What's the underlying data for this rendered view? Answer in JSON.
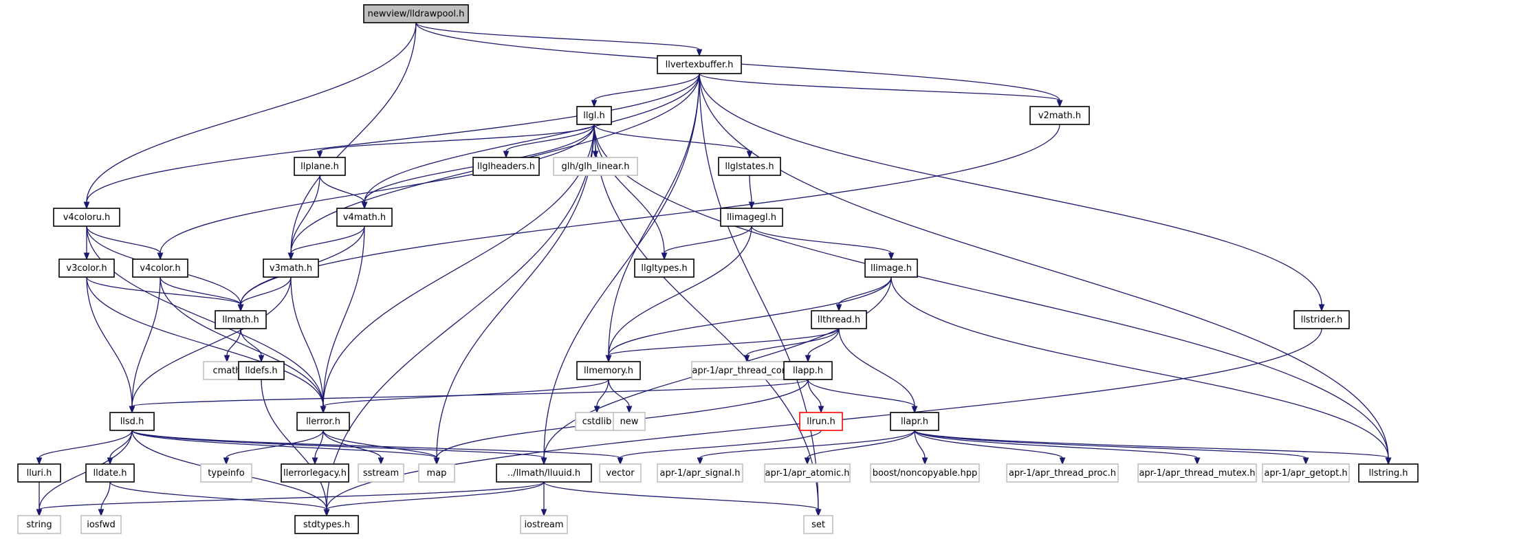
{
  "nodes": [
    {
      "id": "lldrawpool",
      "label": "newview/lldrawpool.h",
      "style": "root"
    },
    {
      "id": "llvertexbuffer",
      "label": "llvertexbuffer.h",
      "style": "normal"
    },
    {
      "id": "llgl",
      "label": "llgl.h",
      "style": "normal"
    },
    {
      "id": "v2math",
      "label": "v2math.h",
      "style": "normal"
    },
    {
      "id": "llplane",
      "label": "llplane.h",
      "style": "normal"
    },
    {
      "id": "llglheaders",
      "label": "llglheaders.h",
      "style": "normal"
    },
    {
      "id": "glh_linear",
      "label": "glh/glh_linear.h",
      "style": "ext"
    },
    {
      "id": "llglstates",
      "label": "llglstates.h",
      "style": "normal"
    },
    {
      "id": "v4coloru",
      "label": "v4coloru.h",
      "style": "normal"
    },
    {
      "id": "v4math",
      "label": "v4math.h",
      "style": "normal"
    },
    {
      "id": "llimagegl",
      "label": "llimagegl.h",
      "style": "normal"
    },
    {
      "id": "v3color",
      "label": "v3color.h",
      "style": "normal"
    },
    {
      "id": "v4color",
      "label": "v4color.h",
      "style": "normal"
    },
    {
      "id": "v3math",
      "label": "v3math.h",
      "style": "normal"
    },
    {
      "id": "llgltypes",
      "label": "llgltypes.h",
      "style": "normal"
    },
    {
      "id": "llimage",
      "label": "llimage.h",
      "style": "normal"
    },
    {
      "id": "llmath",
      "label": "llmath.h",
      "style": "normal"
    },
    {
      "id": "llthread",
      "label": "llthread.h",
      "style": "normal"
    },
    {
      "id": "llstrider",
      "label": "llstrider.h",
      "style": "normal"
    },
    {
      "id": "cmath",
      "label": "cmath",
      "style": "ext"
    },
    {
      "id": "lldefs",
      "label": "lldefs.h",
      "style": "normal"
    },
    {
      "id": "llmemory",
      "label": "llmemory.h",
      "style": "normal"
    },
    {
      "id": "apr_thread_cond",
      "label": "apr-1/apr_thread_cond.h",
      "style": "ext"
    },
    {
      "id": "llapp",
      "label": "llapp.h",
      "style": "normal"
    },
    {
      "id": "llsd",
      "label": "llsd.h",
      "style": "normal"
    },
    {
      "id": "llerror",
      "label": "llerror.h",
      "style": "normal"
    },
    {
      "id": "cstdlib",
      "label": "cstdlib",
      "style": "ext"
    },
    {
      "id": "new",
      "label": "new",
      "style": "ext"
    },
    {
      "id": "llrun",
      "label": "llrun.h",
      "style": "red"
    },
    {
      "id": "llapr",
      "label": "llapr.h",
      "style": "normal"
    },
    {
      "id": "lluri",
      "label": "lluri.h",
      "style": "normal"
    },
    {
      "id": "lldate",
      "label": "lldate.h",
      "style": "normal"
    },
    {
      "id": "typeinfo",
      "label": "typeinfo",
      "style": "ext"
    },
    {
      "id": "llerrorlegacy",
      "label": "llerrorlegacy.h",
      "style": "normal"
    },
    {
      "id": "sstream",
      "label": "sstream",
      "style": "ext"
    },
    {
      "id": "map",
      "label": "map",
      "style": "ext"
    },
    {
      "id": "lluuid",
      "label": "../llmath/lluuid.h",
      "style": "normal"
    },
    {
      "id": "vector",
      "label": "vector",
      "style": "ext"
    },
    {
      "id": "apr_signal",
      "label": "apr-1/apr_signal.h",
      "style": "ext"
    },
    {
      "id": "apr_atomic",
      "label": "apr-1/apr_atomic.h",
      "style": "ext"
    },
    {
      "id": "noncopyable",
      "label": "boost/noncopyable.hpp",
      "style": "ext"
    },
    {
      "id": "apr_thread_proc",
      "label": "apr-1/apr_thread_proc.h",
      "style": "ext"
    },
    {
      "id": "apr_thread_mutex",
      "label": "apr-1/apr_thread_mutex.h",
      "style": "ext"
    },
    {
      "id": "apr_getopt",
      "label": "apr-1/apr_getopt.h",
      "style": "ext"
    },
    {
      "id": "llstring",
      "label": "llstring.h",
      "style": "normal"
    },
    {
      "id": "string",
      "label": "string",
      "style": "ext"
    },
    {
      "id": "iosfwd",
      "label": "iosfwd",
      "style": "ext"
    },
    {
      "id": "stdtypes",
      "label": "stdtypes.h",
      "style": "normal"
    },
    {
      "id": "iostream",
      "label": "iostream",
      "style": "ext"
    },
    {
      "id": "set",
      "label": "set",
      "style": "ext"
    }
  ],
  "edges": [
    [
      "lldrawpool",
      "llvertexbuffer"
    ],
    [
      "lldrawpool",
      "v2math"
    ],
    [
      "lldrawpool",
      "v4coloru"
    ],
    [
      "lldrawpool",
      "v3math"
    ],
    [
      "llvertexbuffer",
      "llgl"
    ],
    [
      "llvertexbuffer",
      "v2math"
    ],
    [
      "llvertexbuffer",
      "v4coloru"
    ],
    [
      "llvertexbuffer",
      "v4math"
    ],
    [
      "llvertexbuffer",
      "v3math"
    ],
    [
      "llvertexbuffer",
      "llmemory"
    ],
    [
      "llvertexbuffer",
      "lluuid"
    ],
    [
      "llvertexbuffer",
      "llstrider"
    ],
    [
      "llvertexbuffer",
      "llstring"
    ],
    [
      "llvertexbuffer",
      "set"
    ],
    [
      "llgl",
      "llplane"
    ],
    [
      "llgl",
      "llglheaders"
    ],
    [
      "llgl",
      "glh_linear"
    ],
    [
      "llgl",
      "llglstates"
    ],
    [
      "llgl",
      "v4math"
    ],
    [
      "llgl",
      "v4color"
    ],
    [
      "llgl",
      "llgltypes"
    ],
    [
      "llgl",
      "llerror"
    ],
    [
      "llgl",
      "map"
    ],
    [
      "llgl",
      "stdtypes"
    ],
    [
      "llgl",
      "llstring"
    ],
    [
      "llgl",
      "set"
    ],
    [
      "v2math",
      "llmath"
    ],
    [
      "llplane",
      "v3math"
    ],
    [
      "llplane",
      "v4math"
    ],
    [
      "llglstates",
      "llimagegl"
    ],
    [
      "v4coloru",
      "v3color"
    ],
    [
      "v4coloru",
      "v4color"
    ],
    [
      "v4coloru",
      "llmath"
    ],
    [
      "v4coloru",
      "llerror"
    ],
    [
      "v4math",
      "v3math"
    ],
    [
      "v4math",
      "llmath"
    ],
    [
      "v4math",
      "llerror"
    ],
    [
      "llimagegl",
      "llgltypes"
    ],
    [
      "llimagegl",
      "llimage"
    ],
    [
      "llimagegl",
      "llmemory"
    ],
    [
      "v3color",
      "llmath"
    ],
    [
      "v3color",
      "llsd"
    ],
    [
      "v3color",
      "llerror"
    ],
    [
      "v4color",
      "llmath"
    ],
    [
      "v4color",
      "llsd"
    ],
    [
      "v4color",
      "llerror"
    ],
    [
      "v3math",
      "llmath"
    ],
    [
      "v3math",
      "llsd"
    ],
    [
      "v3math",
      "llerror"
    ],
    [
      "llimage",
      "llthread"
    ],
    [
      "llimage",
      "llmemory"
    ],
    [
      "llimage",
      "lluuid"
    ],
    [
      "llimage",
      "llstring"
    ],
    [
      "llmath",
      "cmath"
    ],
    [
      "llmath",
      "lldefs"
    ],
    [
      "llthread",
      "llapp"
    ],
    [
      "llthread",
      "llmemory"
    ],
    [
      "llthread",
      "apr_thread_cond"
    ],
    [
      "llthread",
      "llapr"
    ],
    [
      "llstrider",
      "stdtypes"
    ],
    [
      "lldefs",
      "stdtypes"
    ],
    [
      "llmemory",
      "llerror"
    ],
    [
      "llmemory",
      "cstdlib"
    ],
    [
      "llmemory",
      "new"
    ],
    [
      "llapp",
      "llrun"
    ],
    [
      "llapp",
      "llapr"
    ],
    [
      "llapp",
      "llsd"
    ],
    [
      "llapp",
      "map"
    ],
    [
      "llsd",
      "lluri"
    ],
    [
      "llsd",
      "lldate"
    ],
    [
      "llsd",
      "lluuid"
    ],
    [
      "llsd",
      "map"
    ],
    [
      "llsd",
      "vector"
    ],
    [
      "llsd",
      "string"
    ],
    [
      "llsd",
      "stdtypes"
    ],
    [
      "llerror",
      "typeinfo"
    ],
    [
      "llerror",
      "llerrorlegacy"
    ],
    [
      "llerror",
      "sstream"
    ],
    [
      "llerror",
      "map"
    ],
    [
      "llrun",
      "vector"
    ],
    [
      "llapr",
      "apr_signal"
    ],
    [
      "llapr",
      "apr_atomic"
    ],
    [
      "llapr",
      "noncopyable"
    ],
    [
      "llapr",
      "apr_thread_proc"
    ],
    [
      "llapr",
      "apr_thread_mutex"
    ],
    [
      "llapr",
      "apr_getopt"
    ],
    [
      "llapr",
      "llstring"
    ],
    [
      "lluri",
      "string"
    ],
    [
      "lldate",
      "iosfwd"
    ],
    [
      "lldate",
      "stdtypes"
    ],
    [
      "lluuid",
      "stdtypes"
    ],
    [
      "lluuid",
      "iostream"
    ],
    [
      "lluuid",
      "set"
    ],
    [
      "lluuid",
      "string"
    ]
  ]
}
